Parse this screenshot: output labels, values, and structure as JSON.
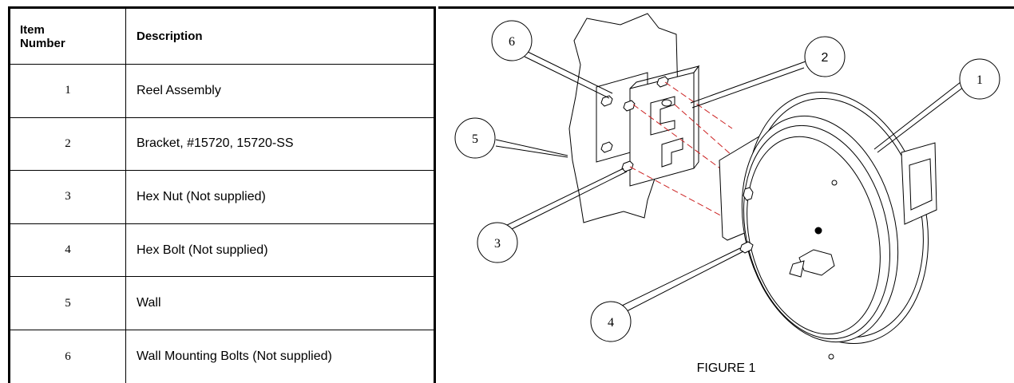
{
  "table": {
    "header": {
      "item_number": "Item\nNumber",
      "description": "Description"
    },
    "rows": [
      {
        "num": "1",
        "desc": "Reel Assembly"
      },
      {
        "num": "2",
        "desc": "Bracket, #15720, 15720-SS"
      },
      {
        "num": "3",
        "desc": "Hex Nut (Not supplied)"
      },
      {
        "num": "4",
        "desc": "Hex Bolt (Not supplied)"
      },
      {
        "num": "5",
        "desc": "Wall"
      },
      {
        "num": "6",
        "desc": "Wall Mounting Bolts  (Not supplied)"
      }
    ]
  },
  "figure": {
    "caption": "FIGURE 1",
    "callouts": [
      "1",
      "2",
      "3",
      "4",
      "5",
      "6"
    ]
  },
  "colors": {
    "line": "#000000",
    "hidden_line": "#cc2222"
  }
}
